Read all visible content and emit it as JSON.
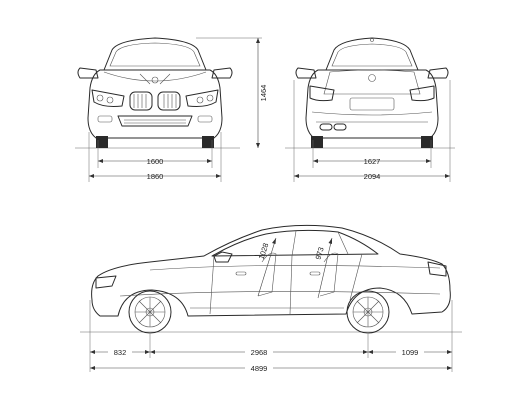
{
  "front_view": {
    "track_label": "1600",
    "width_label": "1860"
  },
  "rear_view": {
    "track_label": "1627",
    "width_label": "2094",
    "height_label": "1464"
  },
  "side_view": {
    "front_overhang_label": "832",
    "wheelbase_label": "2968",
    "rear_overhang_label": "1099",
    "length_label": "4899",
    "front_headroom_label": "1028",
    "rear_headroom_label": "973"
  },
  "colors": {
    "line": "#2a2a2a",
    "background": "#ffffff"
  }
}
